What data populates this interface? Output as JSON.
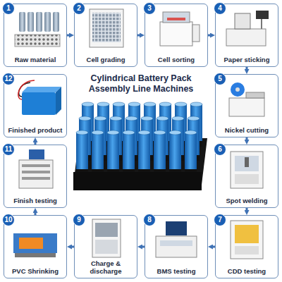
{
  "diagram": {
    "title": "Cylindrical Battery Pack Assembly Line Machines",
    "nodes": [
      {
        "text": [
          "Raw material"
        ]
      },
      {
        "text": [
          "1"
        ],
        "in": 0
      },
      {
        "text": [
          "Cell grading"
        ]
      },
      {
        "text": [
          "2"
        ],
        "in": 2
      },
      {
        "text": [
          "Cell sorting"
        ]
      },
      {
        "text": [
          "3"
        ],
        "in": 4
      },
      {
        "text": [
          "Paper sticking"
        ]
      },
      {
        "text": [
          "4"
        ],
        "in": 6
      },
      {
        "text": [
          "Nickel cutting"
        ]
      },
      {
        "text": [
          "5"
        ],
        "in": 8
      },
      {
        "text": [
          "Spot welding"
        ]
      },
      {
        "text": [
          "6"
        ],
        "in": 10
      },
      {
        "text": [
          "CDD testing"
        ]
      },
      {
        "text": [
          "7"
        ],
        "in": 12
      },
      {
        "text": [
          "BMS testing"
        ]
      },
      {
        "text": [
          "8"
        ],
        "in": 14
      },
      {
        "text": [
          "Charge & discharge"
        ]
      },
      {
        "text": [
          "9"
        ],
        "in": 16
      },
      {
        "text": [
          "PVC Shrinking"
        ]
      },
      {
        "text": [
          "10"
        ],
        "in": 18
      },
      {
        "text": [
          "Finish testing"
        ]
      },
      {
        "text": [
          "11"
        ],
        "in": 20
      },
      {
        "text": [
          "Finished product"
        ]
      },
      {
        "text": [
          "12"
        ],
        "in": 22
      }
    ],
    "edges": [
      {
        "from": 0,
        "to": 2,
        "arrow": "to"
      },
      {
        "from": 2,
        "to": 4,
        "arrow": "to"
      },
      {
        "from": 4,
        "to": 6,
        "arrow": "to"
      },
      {
        "from": 6,
        "to": 8,
        "arrow": "to"
      },
      {
        "from": 8,
        "to": 10,
        "arrow": "to"
      },
      {
        "from": 10,
        "to": 12,
        "arrow": "to"
      },
      {
        "from": 12,
        "to": 14,
        "arrow": "to"
      },
      {
        "from": 14,
        "to": 16,
        "arrow": "to"
      },
      {
        "from": 16,
        "to": 18,
        "arrow": "to"
      },
      {
        "from": 18,
        "to": 20,
        "arrow": "to"
      },
      {
        "from": 20,
        "to": 22,
        "arrow": "to"
      }
    ]
  }
}
